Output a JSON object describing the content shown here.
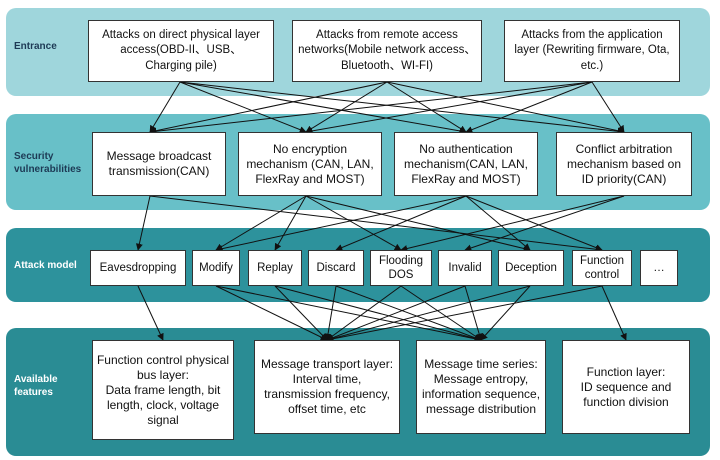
{
  "sections": {
    "entrance": "Entrance",
    "security": "Security\nvulnerabilities",
    "attack": "Attack model",
    "features": "Available\nfeatures"
  },
  "entrance": [
    "Attacks on direct physical layer\naccess(OBD-II、USB、\nCharging pile)",
    "Attacks from remote access\nnetworks(Mobile network access、\nBluetooth、WI-FI)",
    "Attacks from the application\nlayer (Rewriting firmware, Ota,\netc.)"
  ],
  "vulnerabilities": [
    "Message broadcast\ntransmission(CAN)",
    "No encryption\nmechanism (CAN, LAN,\nFlexRay and MOST)",
    "No authentication\nmechanism(CAN, LAN,\nFlexRay and MOST)",
    "Conflict arbitration\nmechanism based on\nID priority(CAN)"
  ],
  "attacks": [
    "Eavesdropping",
    "Modify",
    "Replay",
    "Discard",
    "Flooding\nDOS",
    "Invalid",
    "Deception",
    "Function\ncontrol",
    "…"
  ],
  "features": [
    "Function control physical\nbus layer:\nData frame length, bit\nlength, clock, voltage\nsignal",
    "Message transport layer:\nInterval time,\ntransmission frequency,\noffset time, etc",
    "Message time series:\nMessage entropy,\ninformation sequence,\nmessage distribution",
    "Function layer:\nID sequence and\nfunction division"
  ],
  "colors": {
    "entrance_band": "#9fd6dc",
    "vulnerability_band": "#68c0c8",
    "attack_band": "#2d929c",
    "features_band": "#2a8c94",
    "arrow": "#111111"
  }
}
